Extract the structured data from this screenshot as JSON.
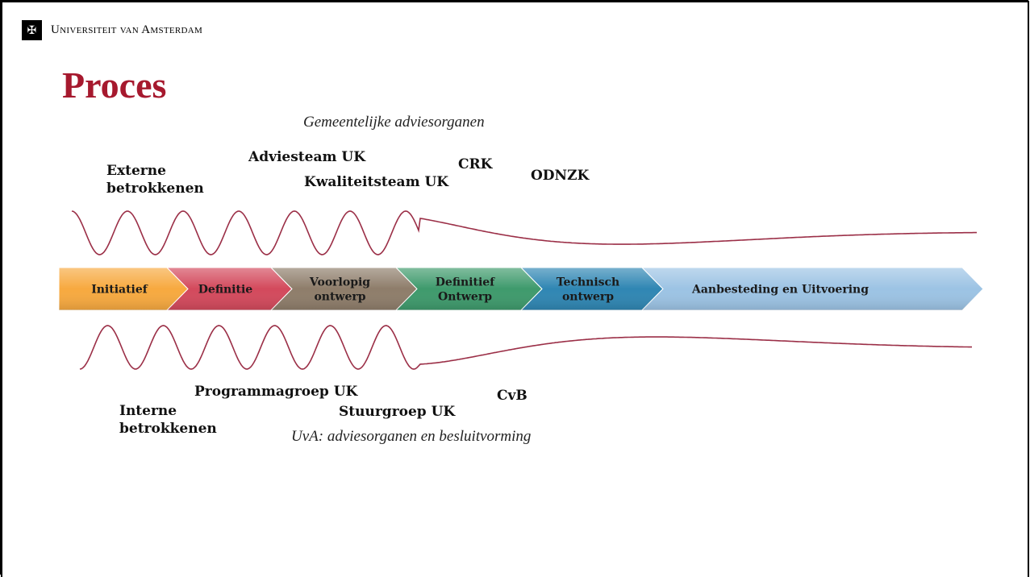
{
  "header": {
    "logo_glyph": "✠",
    "university": "Universiteit van Amsterdam"
  },
  "title": "Proces",
  "top_caption": "Gemeentelijke adviesorganen",
  "bottom_caption": "UvA: adviesorganen en besluitvorming",
  "top_labels": {
    "externe_line1": "Externe",
    "externe_line2": "betrokkenen",
    "adviesteam": "Adviesteam UK",
    "kwaliteitsteam": "Kwaliteitsteam UK",
    "crk": "CRK",
    "odnzk": "ODNZK"
  },
  "bottom_labels": {
    "interne_line1": "Interne",
    "interne_line2": "betrokkenen",
    "programmagroep": "Programmagroep UK",
    "stuurgroep": "Stuurgroep UK",
    "cvb": "CvB"
  },
  "phases": [
    {
      "line1": "Initiatief",
      "line2": "",
      "color": "#f7a93f"
    },
    {
      "line1": "Definitie",
      "line2": "",
      "color": "#d3495c"
    },
    {
      "line1": "Voorlopig",
      "line2": "ontwerp",
      "color": "#8e7d6a"
    },
    {
      "line1": "Definitief",
      "line2": "Ontwerp",
      "color": "#3e9a6c"
    },
    {
      "line1": "Technisch",
      "line2": "ontwerp",
      "color": "#2f86b3"
    },
    {
      "line1": "Aanbesteding en Uitvoering",
      "line2": "",
      "color": "#9cc3e4"
    }
  ],
  "colors": {
    "wave": "#9b2f47",
    "title": "#a6192e"
  }
}
